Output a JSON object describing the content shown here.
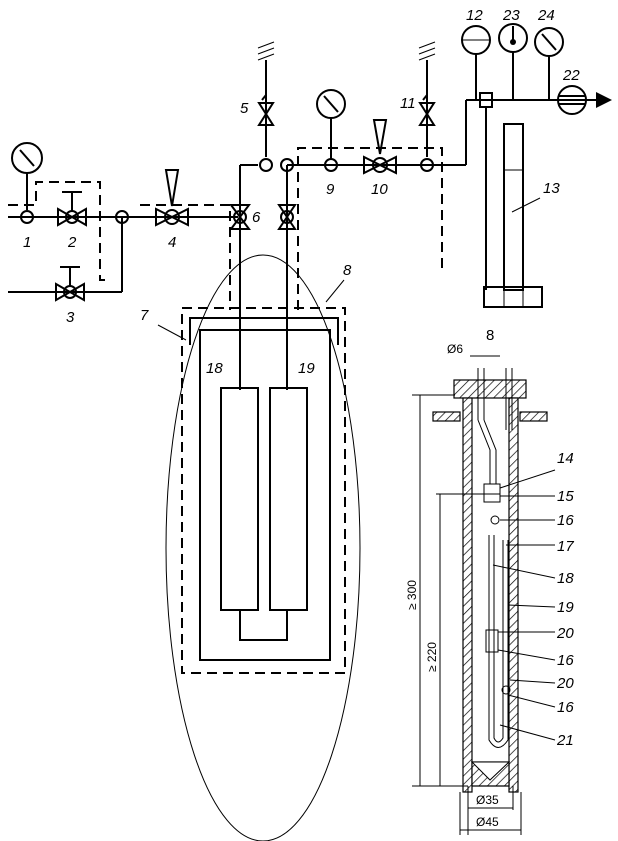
{
  "labels": {
    "l1": "1",
    "l2": "2",
    "l3": "3",
    "l4": "4",
    "l5": "5",
    "l6": "6",
    "l7": "7",
    "l8": "8",
    "l9": "9",
    "l10": "10",
    "l11": "11",
    "l12": "12",
    "l13": "13",
    "l18": "18",
    "l19": "19",
    "l22": "22",
    "l23": "23",
    "l24": "24"
  },
  "detail": {
    "title": "8",
    "labels": [
      "14",
      "15",
      "16",
      "17",
      "18",
      "19",
      "20",
      "16",
      "20",
      "16",
      "21"
    ]
  },
  "dimensions": {
    "d6": "Ø6",
    "h300": "≥ 300",
    "h220": "≥ 220",
    "d35": "Ø35",
    "d45": "Ø45"
  }
}
